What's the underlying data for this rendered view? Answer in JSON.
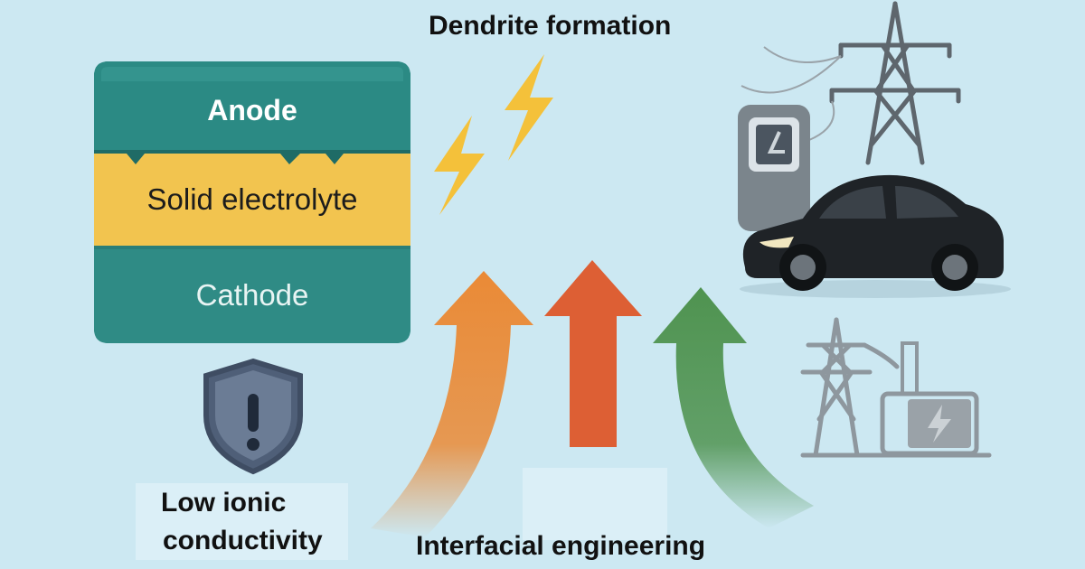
{
  "battery": {
    "anode_label": "Anode",
    "electrolyte_label": "Solid electrolyte",
    "cathode_label": "Cathode"
  },
  "challenges": {
    "dendrite_label": "Dendrite formation",
    "conductivity_label_line1": "Low ionic",
    "conductivity_label_line2": "conductivity"
  },
  "solution": {
    "interfacial_label": "Interfacial engineering"
  },
  "colors": {
    "background": "#cce8f2",
    "anode": "#2b8a84",
    "electrolyte": "#f2c44f",
    "cathode": "#2f8b85",
    "arrow_orange": "#ea8a36",
    "arrow_red": "#dd5f34",
    "arrow_green": "#4f9350",
    "lightning": "#f4c13a",
    "shield": "#5d6e87",
    "car": "#1f2327",
    "grid_icons": "#8e979e"
  },
  "icons": [
    "lightning-bolt-icon",
    "warning-shield-icon",
    "power-tower-icon",
    "charging-station-icon",
    "electric-car-icon",
    "power-plant-icon"
  ]
}
